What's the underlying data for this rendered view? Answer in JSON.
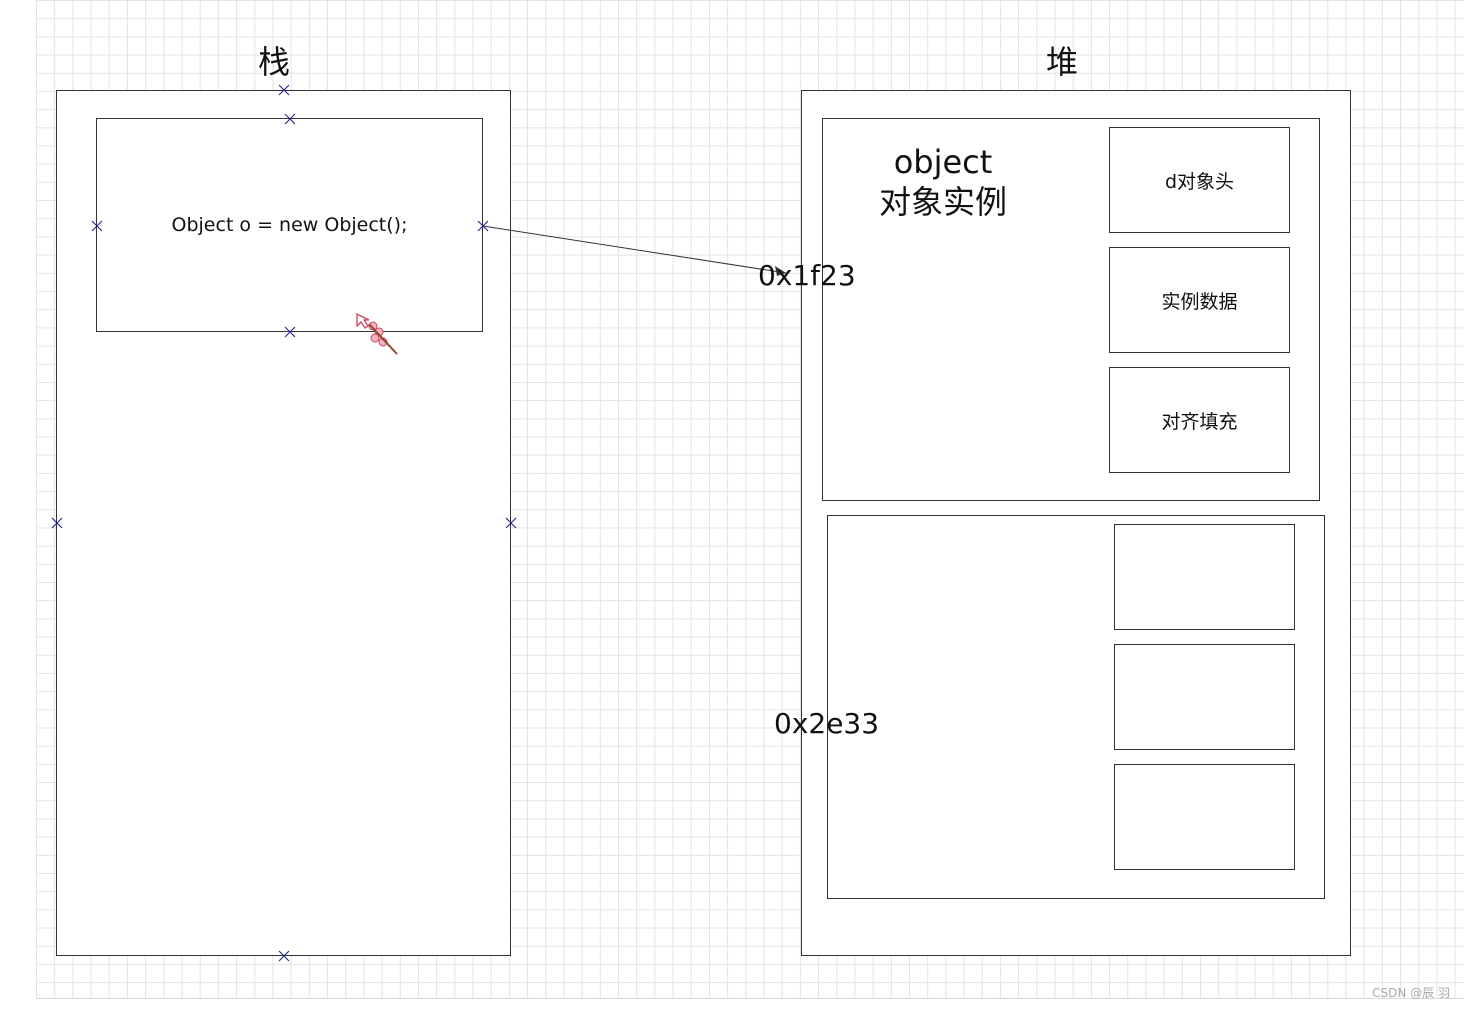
{
  "stack": {
    "title": "栈",
    "statement": "Object o = new Object();"
  },
  "heap": {
    "title": "堆",
    "instance": {
      "label_line1": "object",
      "label_line2": "对象实例",
      "parts": [
        "d对象头",
        "实例数据",
        "对齐填充"
      ]
    },
    "second_instance_parts": [
      "",
      "",
      ""
    ]
  },
  "addresses": {
    "first": "0x1f23",
    "second": "0x2e33"
  },
  "watermark": "CSDN @辰 羽",
  "colors": {
    "selection_mark": "#1b1b8f",
    "border": "#333333",
    "grid": "#e3e3e3"
  }
}
